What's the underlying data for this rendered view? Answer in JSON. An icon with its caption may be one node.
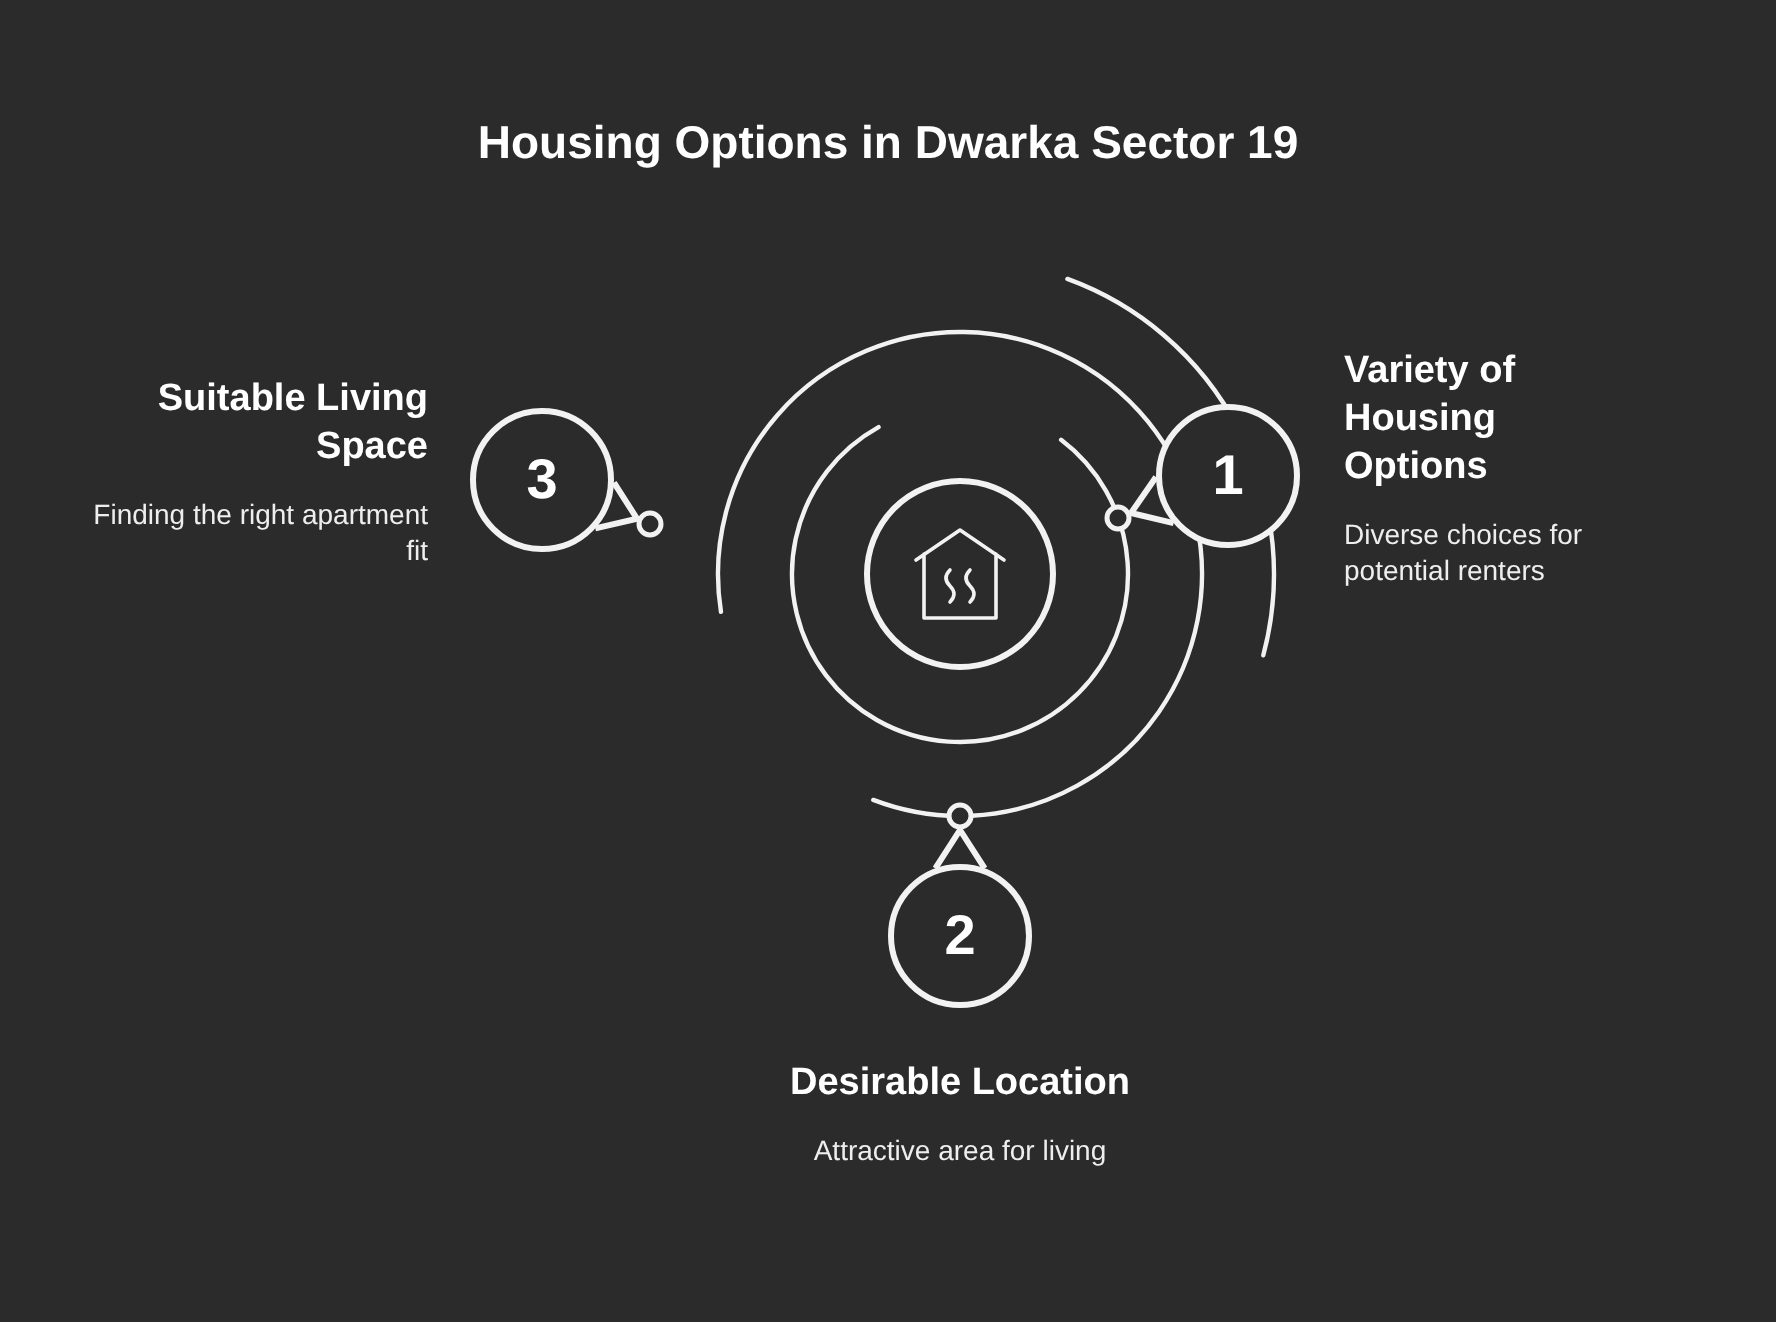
{
  "diagram": {
    "title": "Housing Options in Dwarka Sector 19",
    "nodes": [
      {
        "text": [],
        "shape": "circle"
      },
      {
        "text": [
          "1"
        ],
        "beside": [
          "Variety of Housing Options",
          "Diverse choices for potential renters"
        ]
      },
      {
        "text": [
          "2"
        ],
        "beside": [
          "Desirable Location",
          "Attractive area for living"
        ]
      },
      {
        "text": [
          "3"
        ],
        "beside": [
          "Suitable Living Space",
          "Finding the right apartment fit"
        ]
      }
    ]
  }
}
